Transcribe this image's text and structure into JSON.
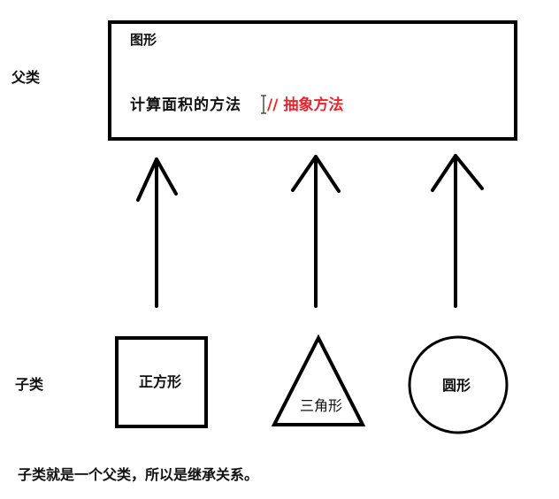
{
  "diagram": {
    "parent_label": "父类",
    "child_label": "子类",
    "parent_class": {
      "name": "图形",
      "method": "计算面积的方法",
      "method_comment": "// 抽象方法"
    },
    "children": [
      {
        "name": "正方形",
        "shape": "square"
      },
      {
        "name": "三角形",
        "shape": "triangle"
      },
      {
        "name": "圆形",
        "shape": "circle"
      }
    ],
    "footer_note": "子类就是一个父类，所以是继承关系。",
    "colors": {
      "stroke": "#000000",
      "text": "#111111",
      "comment": "#e8262e",
      "background": "#ffffff"
    }
  }
}
